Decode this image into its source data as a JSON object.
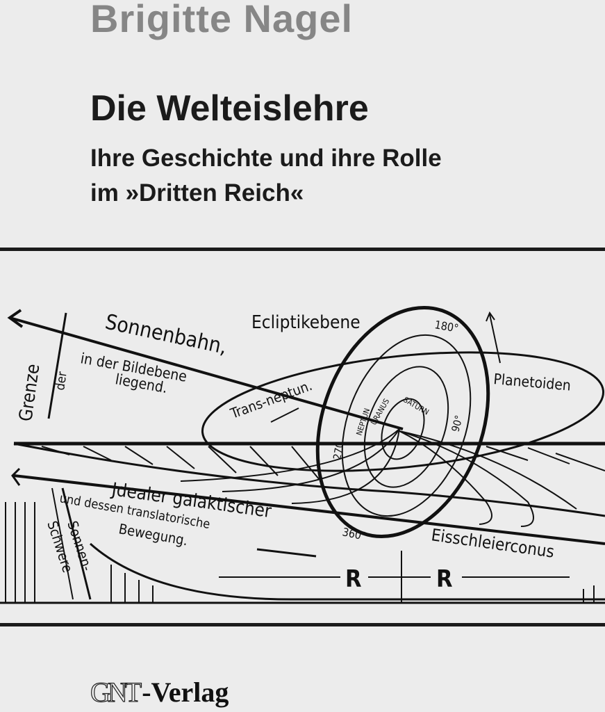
{
  "cover": {
    "author": "Brigitte Nagel",
    "title": "Die Welteislehre",
    "subtitle_line1": "Ihre Geschichte und ihre Rolle",
    "subtitle_line2": "im »Dritten Reich«"
  },
  "diagram": {
    "labels": {
      "ecliptic": "Ecliptikebene",
      "deg180": "180°",
      "deg90": "90°",
      "deg270": "270",
      "deg360": "360°",
      "sun_path": "Sonnenbahn,",
      "in_plane": "in der Bildebene",
      "lying": "liegend.",
      "boundary": "Grenze",
      "of_the": "der",
      "trans_neptune": "Trans-neptun.",
      "neptune": "NEPTUN",
      "uranus": "URANUS",
      "saturn": "SATURN",
      "planetoids": "Planetoiden",
      "ideal": "Jdealer galaktischer",
      "translatory": "und dessen translatorische",
      "movement": "Bewegung.",
      "sun_gravity1": "Sonnen-",
      "sun_gravity2": "Schwere",
      "ice_veil": "Eisschleierconus",
      "r_left": "R",
      "r_right": "R"
    }
  },
  "publisher": {
    "logo": "GNT",
    "name": "-Verlag"
  }
}
